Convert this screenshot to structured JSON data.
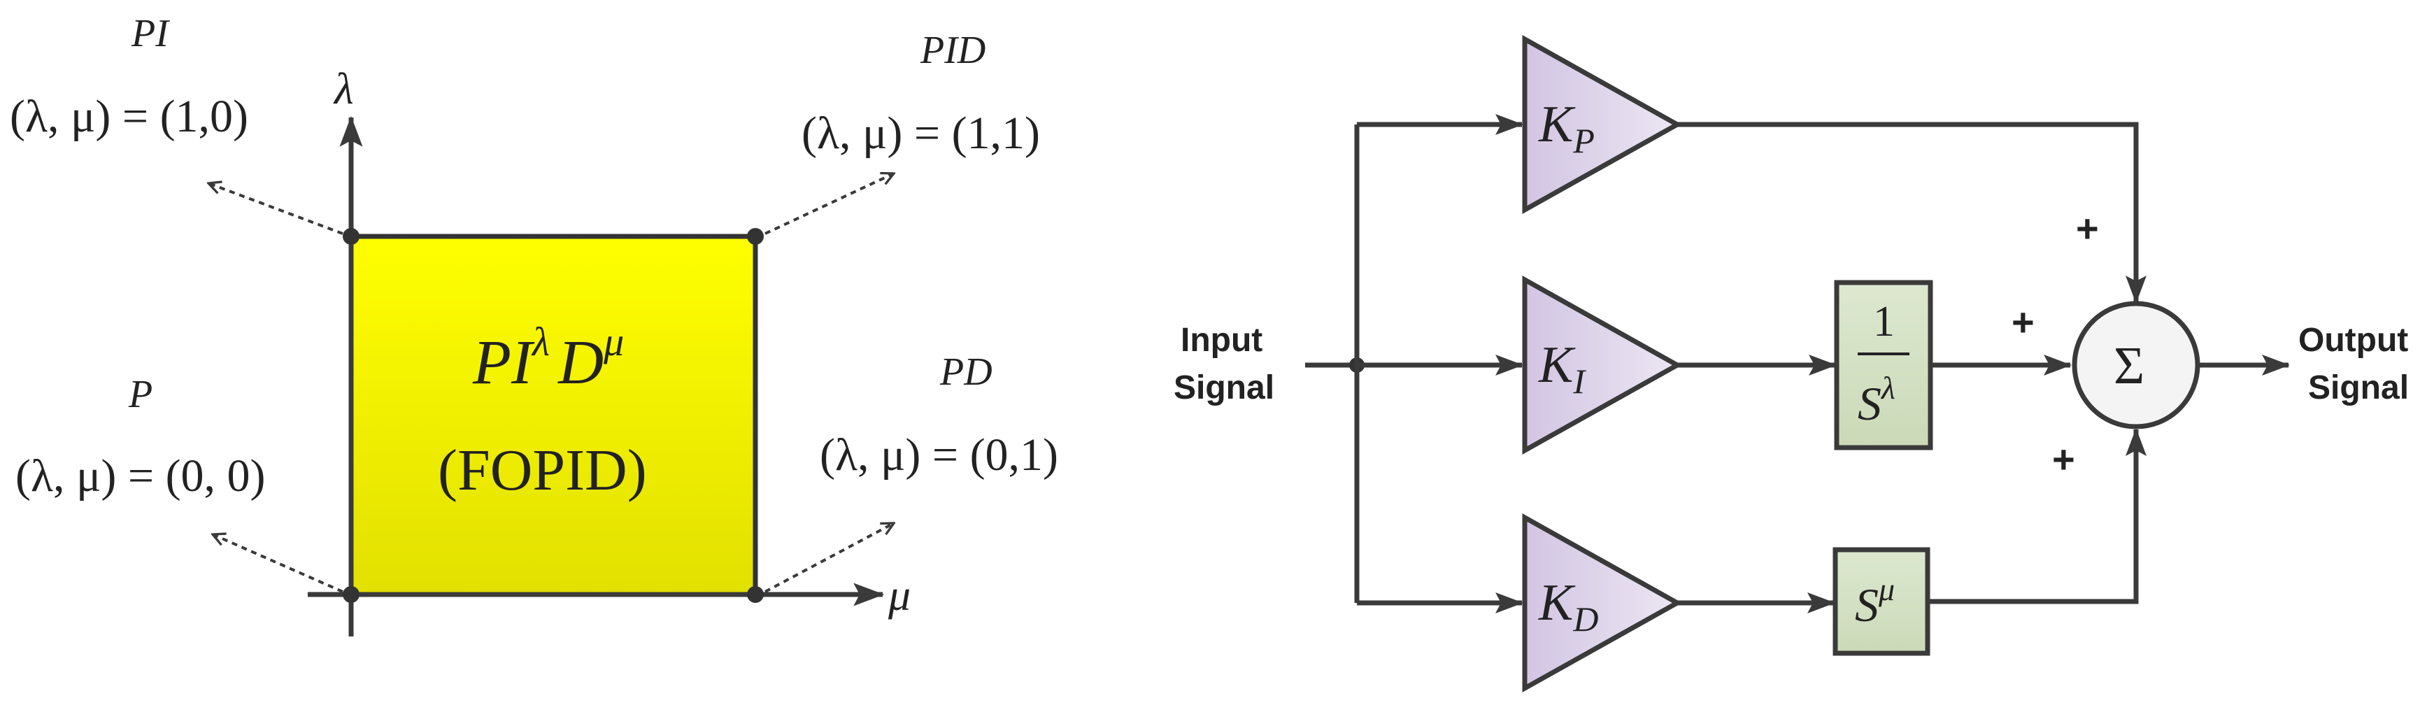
{
  "left_plane": {
    "axis_lambda": "λ",
    "axis_mu": "μ",
    "center_label": "PI",
    "center_lambda": "λ",
    "center_D": "D",
    "center_mu": "μ",
    "center_sub": "(FOPID)",
    "corners": {
      "PI": {
        "name": "PI",
        "coords": "(λ, μ) = (1,0)"
      },
      "PID": {
        "name": "PID",
        "coords": "(λ, μ) = (1,1)"
      },
      "P": {
        "name": "P",
        "coords": "(λ, μ) = (0, 0)"
      },
      "PD": {
        "name": "PD",
        "coords": "(λ, μ) = (0,1)"
      }
    },
    "colors": {
      "fill_top": "#ffff00",
      "fill_bottom": "#e2e000",
      "stroke": "#333333"
    }
  },
  "block_diagram": {
    "input_label_1": "Input",
    "input_label_2": "Signal",
    "output_label_1": "Output",
    "output_label_2": "Signal",
    "gains": {
      "kp": {
        "K": "K",
        "sub": "P"
      },
      "ki": {
        "K": "K",
        "sub": "I"
      },
      "kd": {
        "K": "K",
        "sub": "D"
      }
    },
    "integrator": {
      "num": "1",
      "S": "S",
      "exp": "λ"
    },
    "differentiator": {
      "S": "S",
      "exp": "μ"
    },
    "sum_symbol": "Σ",
    "signs": {
      "top": "+",
      "mid": "+",
      "bottom": "+"
    },
    "colors": {
      "gain_fill": "#d9cfe6",
      "block_fill": "#d6e2c6",
      "stroke": "#3a3a3a"
    }
  }
}
